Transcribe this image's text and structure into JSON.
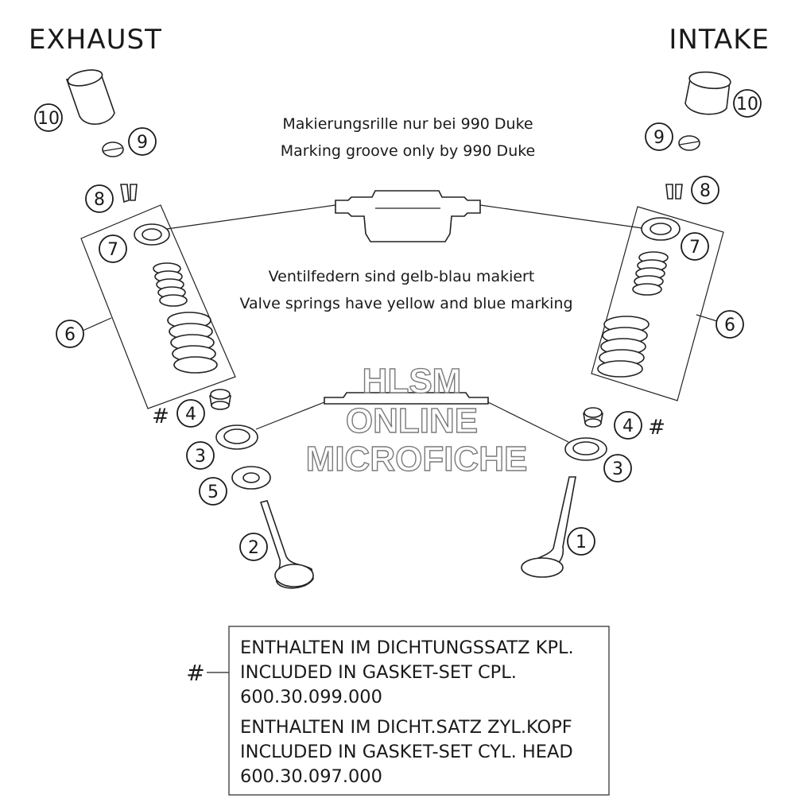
{
  "headings": {
    "exhaust": "EXHAUST",
    "intake": "INTAKE"
  },
  "notes": {
    "groove_de": "Makierungsrille nur bei 990 Duke",
    "groove_en": "Marking groove only by 990 Duke",
    "springs_de": "Ventilfedern sind gelb-blau makiert",
    "springs_en": "Valve springs have yellow and blue marking"
  },
  "callouts": {
    "exhaust": {
      "c10": "10",
      "c9": "9",
      "c8": "8",
      "c7": "7",
      "c6": "6",
      "c4": "4",
      "c3": "3",
      "c5": "5",
      "c2": "2",
      "hash": "#"
    },
    "intake": {
      "c10": "10",
      "c9": "9",
      "c8": "8",
      "c7": "7",
      "c6": "6",
      "c4": "4",
      "c3": "3",
      "c1": "1",
      "hash": "#"
    }
  },
  "legend": {
    "marker": "#",
    "lines": [
      "ENTHALTEN IM DICHTUNGSSATZ KPL.",
      "INCLUDED IN GASKET-SET CPL.",
      "600.30.099.000",
      "ENTHALTEN IM DICHT.SATZ ZYL.KOPF",
      "INCLUDED IN GASKET-SET CYL. HEAD",
      "600.30.097.000"
    ]
  },
  "watermark": {
    "line1": "HLSM",
    "line2": "ONLINE",
    "line3": "MICROFICHE"
  }
}
